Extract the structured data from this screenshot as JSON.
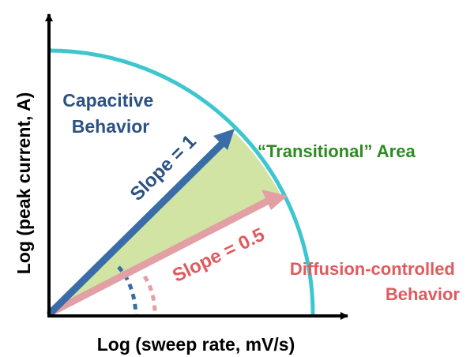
{
  "diagram": {
    "axes": {
      "x_label": "Log (sweep rate, mV/s)",
      "y_label": "Log (peak current, A)"
    },
    "regions": {
      "capacitive": [
        "Capacitive",
        "Behavior"
      ],
      "transitional": "“Transitional” Area",
      "diffusion": [
        "Diffusion-controlled",
        "Behavior"
      ]
    },
    "slopes": {
      "steep": "Slope = 1",
      "shallow": "Slope = 0.5"
    },
    "colors": {
      "axis": "#000000",
      "boundary_arc": "#3ec6cf",
      "transitional_fill": "#d1e4a4",
      "capacitive_arrow": "#3a6da8",
      "diffusion_arrow": "#e2a0a5",
      "capacitive_text": "#2c5283",
      "transitional_text": "#2e8a22",
      "diffusion_text": "#e05a5e"
    }
  }
}
